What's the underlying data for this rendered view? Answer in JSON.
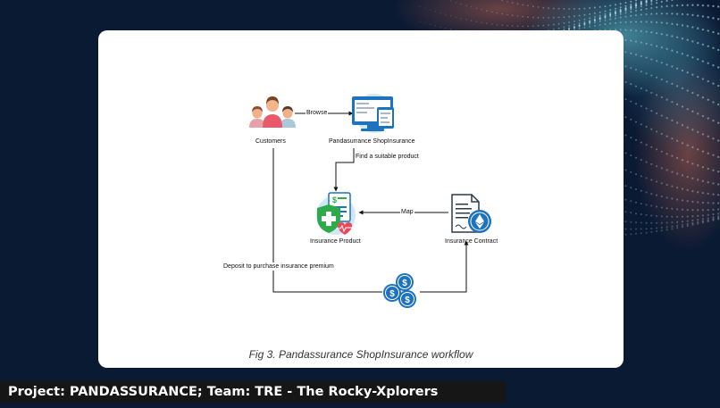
{
  "diagram": {
    "nodes": {
      "customers": "Customers",
      "shop": "Pandasurrance ShopInsurance",
      "product": "Insurance Product",
      "contract": "Insurance Contract"
    },
    "edges": {
      "browse": "Browse",
      "find": "Find a suitable product",
      "map": "Map",
      "deposit": "Deposit to purchase insurance premium"
    },
    "caption": "Fig 3. Pandassurance ShopInsurance workflow"
  },
  "footer": {
    "text": "Project: PANDASSURANCE; Team: TRE - The Rocky-Xplorers"
  },
  "colors": {
    "background": "#0b1a33",
    "icon_blue": "#1e73be",
    "footer_bg": "#161616"
  }
}
